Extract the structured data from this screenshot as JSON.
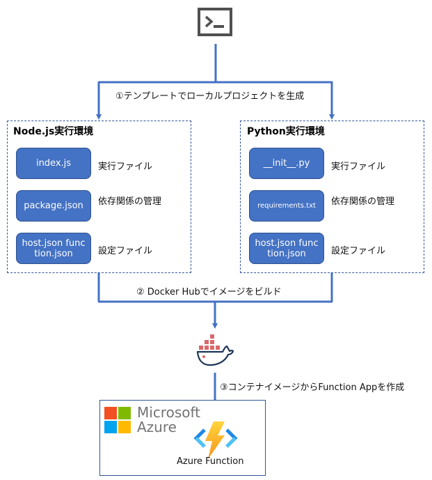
{
  "diagram": {
    "top_icon": "terminal-icon",
    "steps": {
      "step1": "①テンプレートでローカルプロジェクトを生成",
      "step2": "② Docker Hubでイメージをビルド",
      "step3": "③コンテナイメージからFunction Appを作成"
    },
    "environments": [
      {
        "title": "Node.js実行環境",
        "files": [
          {
            "label": "index.js",
            "description": "実行ファイル"
          },
          {
            "label": "package.json",
            "description": "依存関係の管理"
          },
          {
            "label": "host.json function.json",
            "description": "設定ファイル"
          }
        ]
      },
      {
        "title": "Python実行環境",
        "files": [
          {
            "label": "__init__.py",
            "description": "実行ファイル"
          },
          {
            "label": "requirements.txt",
            "description": "依存関係の管理"
          },
          {
            "label": "host.json function.json",
            "description": "設定ファイル"
          }
        ]
      }
    ],
    "docker_icon": "docker-whale-icon",
    "azure": {
      "brand_line1": "Microsoft",
      "brand_line2": "Azure",
      "function_label": "Azure Function"
    },
    "colors": {
      "connector": "#4472C4",
      "file_box": "#4472C4",
      "dashed_border": "#2F5597",
      "docker_red": "#D9696B",
      "docker_navy": "#1D3557"
    }
  }
}
